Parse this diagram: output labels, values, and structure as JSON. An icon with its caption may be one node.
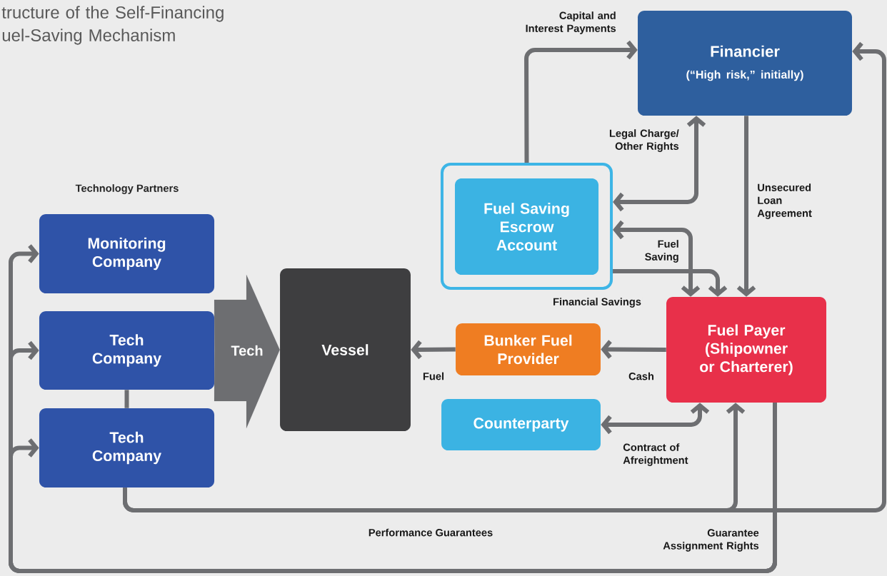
{
  "diagram": {
    "title": "tructure of the Self-Financing uel-Saving Mechanism",
    "nodes": [
      {
        "text": [
          "Financier",
          "(“High risk,” initially)"
        ]
      },
      {
        "text": [],
        "shape": "box"
      },
      {
        "text": [
          "Fuel Saving Escrow Account"
        ],
        "in": 1
      },
      {
        "text": [
          "Monitoring Company"
        ]
      },
      {
        "text": [
          "Tech Company"
        ]
      },
      {
        "text": [
          "Tech Company"
        ]
      },
      {
        "text": [
          "Vessel"
        ]
      },
      {
        "text": [
          "Bunker Fuel Provider"
        ]
      },
      {
        "text": [
          "Fuel Payer (Shipowner or Charterer)"
        ]
      },
      {
        "text": [
          "Counterparty"
        ]
      }
    ],
    "edges": [
      {
        "from": 1,
        "to": 0,
        "arrow": "to",
        "label": "Capital and Interest Payments"
      },
      {
        "from": 0,
        "to": 1,
        "arrow": "both",
        "label": "Legal Charge/ Other Rights"
      },
      {
        "from": 8,
        "to": 1,
        "arrow": "both",
        "label": "Fuel Saving"
      },
      {
        "from": 1,
        "to": 8,
        "arrow": "to",
        "label": "Financial Savings"
      },
      {
        "from": 0,
        "to": 8,
        "arrow": "to",
        "label": "Unsecured Loan Agreement"
      },
      {
        "from": 8,
        "to": 7,
        "arrow": "to",
        "label": "Cash"
      },
      {
        "from": 7,
        "to": 6,
        "arrow": "to",
        "label": "Fuel"
      },
      {
        "from": 9,
        "to": 8,
        "arrow": "both",
        "label": "Contract of Afreightment"
      },
      {
        "from": 4,
        "to": 6,
        "arrow": "to",
        "label": "Tech",
        "style": "thick"
      },
      {
        "from": 4,
        "to": 5,
        "arrow": "none"
      },
      {
        "from": 5,
        "to": 0,
        "arrow": "to",
        "label": "Performance Guarantees"
      },
      {
        "from": 5,
        "to": 8,
        "arrow": "to"
      },
      {
        "from": 8,
        "to": 3,
        "arrow": "to",
        "label": "Guarantee Assignment Rights"
      },
      {
        "from": 8,
        "to": 4,
        "arrow": "to"
      },
      {
        "from": 8,
        "to": 5,
        "arrow": "to"
      }
    ],
    "labels": [
      "Technology Partners"
    ]
  }
}
